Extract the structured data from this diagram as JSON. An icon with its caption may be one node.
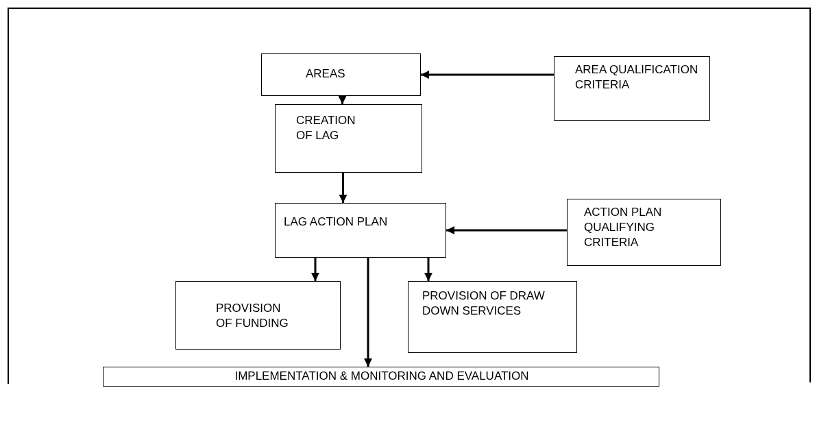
{
  "diagram": {
    "nodes": [
      {
        "text": [
          "AREAS"
        ]
      },
      {
        "text": [
          "AREA QUALIFICATION CRITERIA"
        ]
      },
      {
        "text": [
          "CREATION OF LAG"
        ]
      },
      {
        "text": [
          "LAG ACTION PLAN"
        ]
      },
      {
        "text": [
          "ACTION PLAN QUALIFYING CRITERIA"
        ]
      },
      {
        "text": [
          "PROVISION OF FUNDING"
        ]
      },
      {
        "text": [
          "PROVISION OF DRAW DOWN SERVICES"
        ]
      },
      {
        "text": [
          "IMPLEMENTATION & MONITORING AND EVALUATION"
        ]
      }
    ],
    "edges": [
      {
        "from": 1,
        "to": 0,
        "arrow": "to"
      },
      {
        "from": 0,
        "to": 2,
        "arrow": "to"
      },
      {
        "from": 2,
        "to": 3,
        "arrow": "to"
      },
      {
        "from": 4,
        "to": 3,
        "arrow": "to"
      },
      {
        "from": 3,
        "to": 5,
        "arrow": "to"
      },
      {
        "from": 3,
        "to": 6,
        "arrow": "to"
      },
      {
        "from": 3,
        "to": 7,
        "arrow": "to"
      }
    ]
  }
}
